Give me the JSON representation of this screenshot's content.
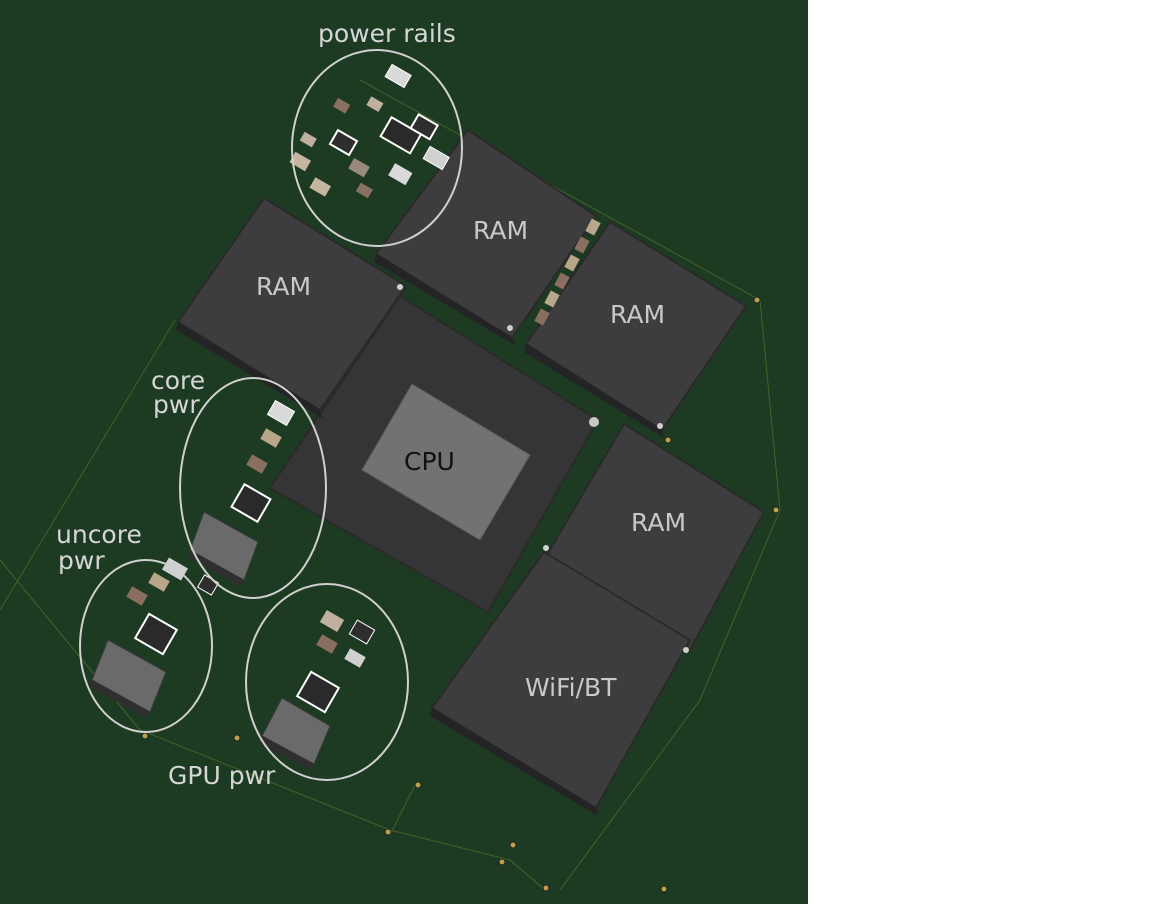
{
  "annotations": {
    "power_rails": "power rails",
    "core_pwr_line1": "core",
    "core_pwr_line2": "pwr",
    "uncore_pwr_line1": "uncore",
    "uncore_pwr_line2": "pwr",
    "gpu_pwr": "GPU pwr"
  },
  "chips": {
    "ram_top": "RAM",
    "ram_left": "RAM",
    "ram_right": "RAM",
    "ram_lower": "RAM",
    "cpu": "CPU",
    "wifi": "WiFi/BT"
  },
  "colors": {
    "board": "#1d3a22",
    "chip": "#3d3d3f",
    "cpu_die": "#707070",
    "annotation": "#d6d6d6"
  }
}
